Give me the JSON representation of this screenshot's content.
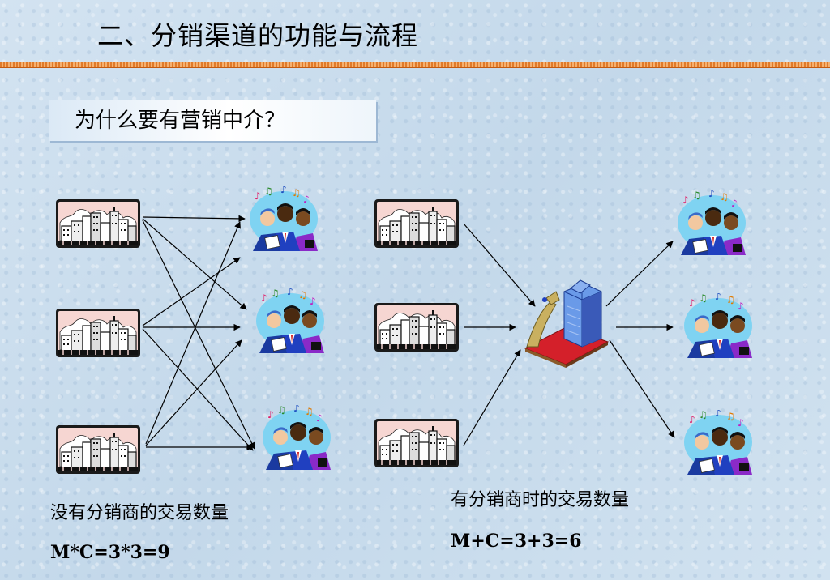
{
  "title": "二、分销渠道的功能与流程",
  "subtitle": "为什么要有营销中介？",
  "left_panel": {
    "caption": "没有分销商的交易数量",
    "formula": "M*C=3*3=9"
  },
  "right_panel": {
    "caption": "有分销商时的交易数量",
    "formula": "M+C=3+3=6"
  },
  "icons": {
    "manufacturer": "factory-city-icon",
    "customer": "customer-group-icon",
    "distributor": "distributor-building-icon"
  },
  "colors": {
    "title_rule": "#e07a2a",
    "arrow": "#000000",
    "distributor_base": "#d4202a",
    "distributor_tower": "#4a78d6"
  }
}
